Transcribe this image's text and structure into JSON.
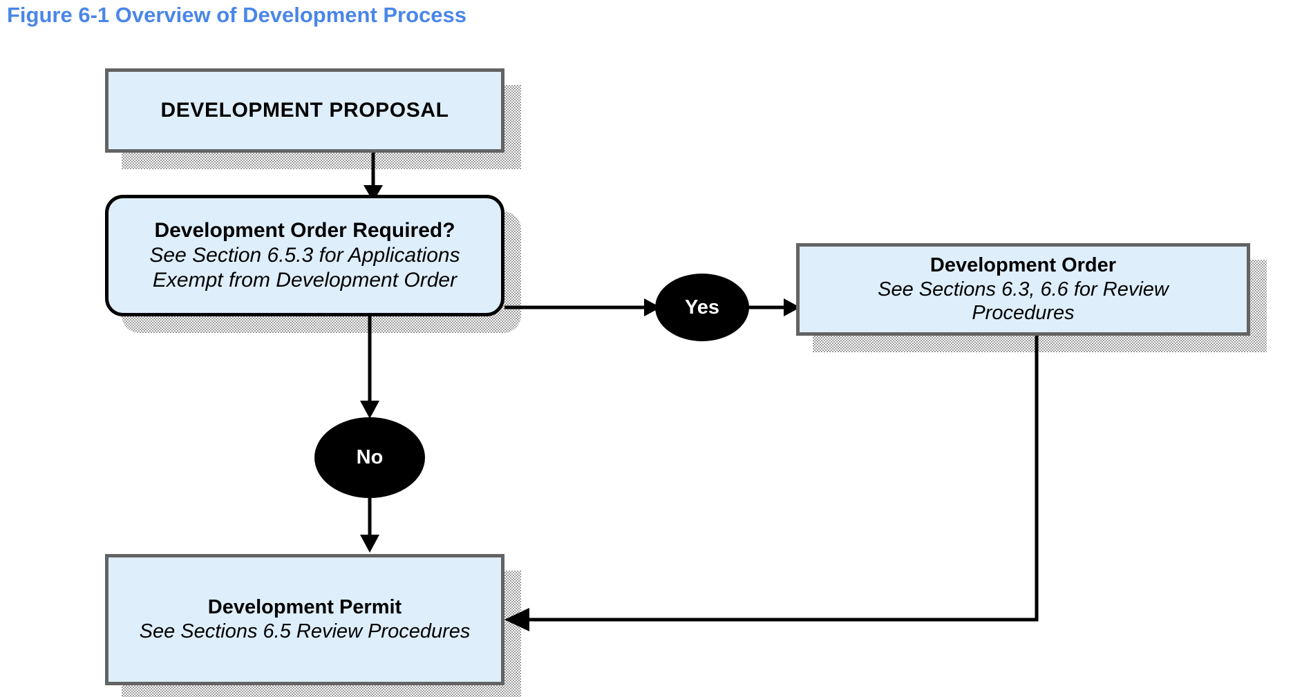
{
  "figure": {
    "title": "Figure 6-1 Overview of Development Process",
    "title_color": "#4a86e8"
  },
  "theme": {
    "node_fill": "#deeefb",
    "node_border_gray": "#636363",
    "node_border_black": "#000000",
    "shadow_color": "#9c9c9c",
    "ellipse_fill": "#000000",
    "ellipse_text": "#ffffff",
    "connector_color": "#000000"
  },
  "nodes": {
    "proposal": {
      "name": "development-proposal",
      "title": "DEVELOPMENT PROPOSAL",
      "subtitle_1": "",
      "subtitle_2": "",
      "shape": "rectangle"
    },
    "decision": {
      "name": "development-order-required",
      "title": "Development Order Required?",
      "subtitle_1": "See Section 6.5.3 for Applications",
      "subtitle_2": "Exempt from Development Order",
      "shape": "rounded-rectangle"
    },
    "order": {
      "name": "development-order",
      "title": "Development Order",
      "subtitle_1": "See Sections 6.3, 6.6 for Review",
      "subtitle_2": "Procedures",
      "shape": "rectangle"
    },
    "permit": {
      "name": "development-permit",
      "title": "Development Permit",
      "subtitle_1": "See Sections 6.5 Review Procedures",
      "subtitle_2": "",
      "shape": "rectangle"
    }
  },
  "decision_branches": {
    "yes": {
      "label": "Yes",
      "shape": "ellipse"
    },
    "no": {
      "label": "No",
      "shape": "ellipse"
    }
  },
  "connectors": [
    {
      "name": "proposal-to-decision",
      "from": "proposal",
      "to": "decision",
      "arrow": "down"
    },
    {
      "name": "decision-to-yes",
      "from": "decision",
      "to": "yes",
      "arrow": "right"
    },
    {
      "name": "yes-to-order",
      "from": "yes",
      "to": "order",
      "arrow": "right"
    },
    {
      "name": "decision-to-no",
      "from": "decision",
      "to": "no",
      "arrow": "down"
    },
    {
      "name": "no-to-permit",
      "from": "no",
      "to": "permit",
      "arrow": "down"
    },
    {
      "name": "order-to-permit",
      "from": "order",
      "to": "permit",
      "arrow": "left"
    }
  ]
}
